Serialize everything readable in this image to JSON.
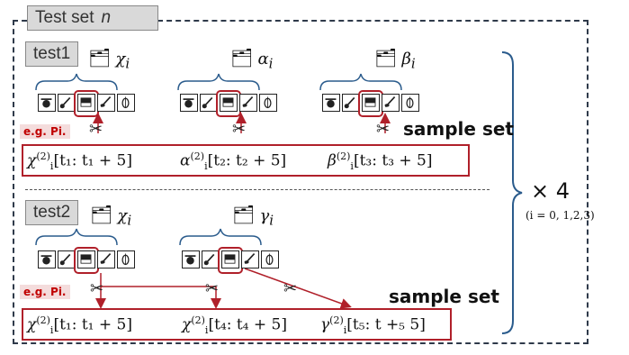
{
  "title": {
    "label": "Test set",
    "var": "n"
  },
  "test1": {
    "label": "test1",
    "groups": [
      "χ",
      "α",
      "β"
    ],
    "group_sub": "i",
    "eg": "e.g. Pi.",
    "sample_set": "sample set",
    "samples": [
      {
        "sym": "χ",
        "range": "[t₁: t₁ + 5]"
      },
      {
        "sym": "α",
        "range": "[t₂: t₂ + 5]"
      },
      {
        "sym": "β",
        "range": "[t₃: t₃ + 5]"
      }
    ]
  },
  "test2": {
    "label": "test2",
    "groups": [
      "χ",
      "γ"
    ],
    "group_sub": "i",
    "eg": "e.g. Pi.",
    "sample_set": "sample set",
    "samples": [
      {
        "sym": "χ",
        "range": "[t₁: t₁ + 5]"
      },
      {
        "sym": "χ",
        "range": "[t₄: t₄ + 5]"
      },
      {
        "sym": "γ",
        "range": "[t₅: t +₅ 5]"
      }
    ]
  },
  "superscript": "(2)",
  "subscript": "i",
  "repeat": {
    "times": "× 4",
    "note": "(i = 0, 1,2,3)"
  },
  "instruments": [
    "drums-icon",
    "guitar-icon",
    "piano-icon",
    "electric-guitar-icon",
    "violin-trumpet-icon"
  ],
  "colors": {
    "accent": "#b0202a",
    "border": "#2f3a4a",
    "bracket": "#2a5b8c"
  }
}
